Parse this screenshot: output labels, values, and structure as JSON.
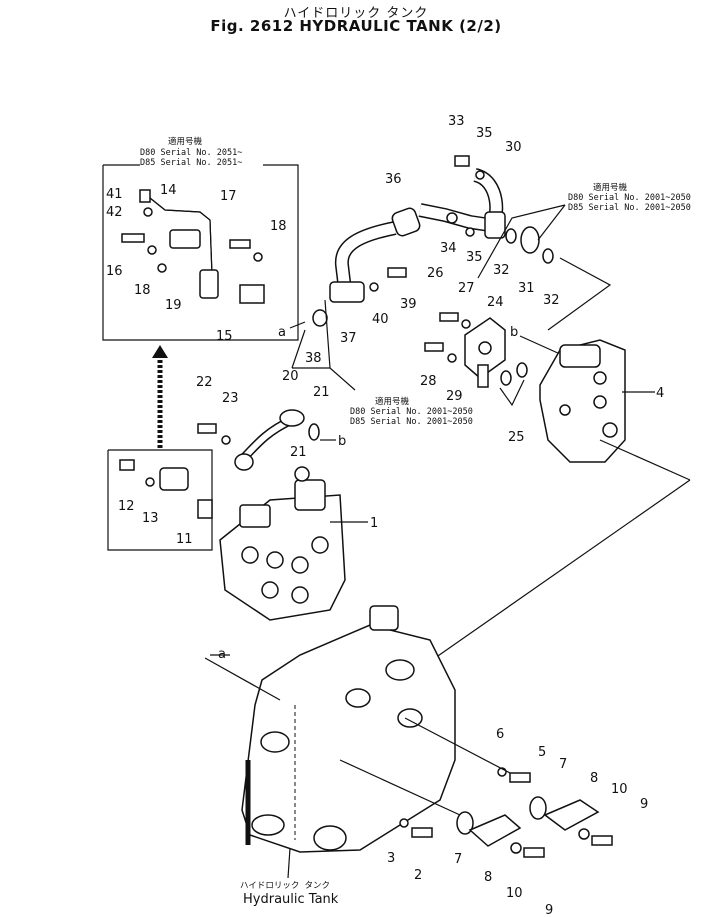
{
  "title": {
    "japanese": "ハイドロリック タンク",
    "english": "Fig. 2612 HYDRAULIC TANK (2/2)"
  },
  "serial_notes": {
    "left_header": "適用号機",
    "left_line1": "D80 Serial No. 2051~",
    "left_line2": "D85 Serial No. 2051~",
    "right_header": "適用号機",
    "right_line1": "D80 Serial No. 2001~2050",
    "right_line2": "D85 Serial No. 2001~2050",
    "mid_header": "適用号機",
    "mid_line1": "D80 Serial No. 2001~2050",
    "mid_line2": "D85 Serial No. 2001~2050"
  },
  "tank_caption": {
    "japanese": "ハイドロリック タンク",
    "english": "Hydraulic Tank"
  },
  "part_numbers": {
    "p1": "1",
    "p2": "2",
    "p3": "3",
    "p4": "4",
    "p5": "5",
    "p6": "6",
    "p7a": "7",
    "p7b": "7",
    "p8a": "8",
    "p8b": "8",
    "p9a": "9",
    "p9b": "9",
    "p10a": "10",
    "p10b": "10",
    "p11": "11",
    "p12": "12",
    "p13": "13",
    "p14": "14",
    "p15": "15",
    "p16": "16",
    "p17": "17",
    "p18a": "18",
    "p18b": "18",
    "p19": "19",
    "p20": "20",
    "p21a": "21",
    "p21b": "21",
    "p22": "22",
    "p23": "23",
    "p24": "24",
    "p25": "25",
    "p26": "26",
    "p27": "27",
    "p28": "28",
    "p29": "29",
    "p30": "30",
    "p31": "31",
    "p32a": "32",
    "p32b": "32",
    "p33": "33",
    "p34": "34",
    "p35a": "35",
    "p35b": "35",
    "p36": "36",
    "p37": "37",
    "p38": "38",
    "p39": "39",
    "p40": "40",
    "p41": "41",
    "p42": "42"
  },
  "connection_marks": {
    "a1": "a",
    "a2": "a",
    "b1": "b",
    "b2": "b"
  }
}
